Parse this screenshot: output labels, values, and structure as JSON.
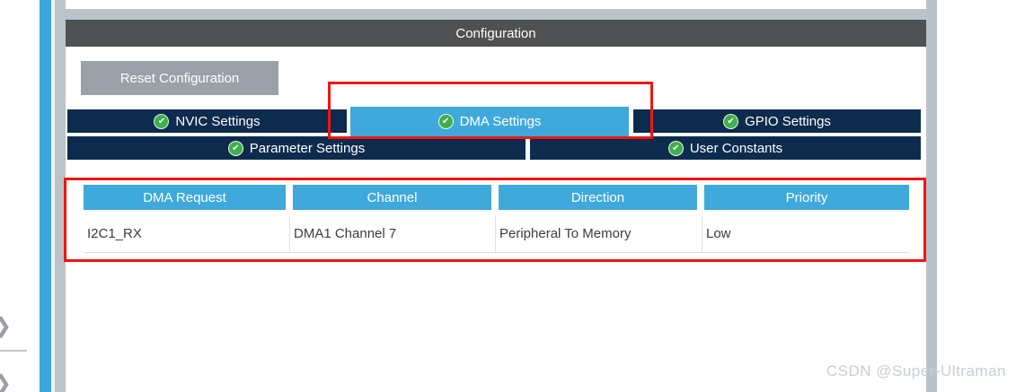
{
  "panel": {
    "title": "Configuration",
    "reset_button_label": "Reset Configuration"
  },
  "tabs": {
    "row1": [
      {
        "label": "NVIC Settings",
        "selected": false,
        "status": "checked"
      },
      {
        "label": "DMA Settings",
        "selected": true,
        "status": "checked"
      },
      {
        "label": "GPIO Settings",
        "selected": false,
        "status": "checked"
      }
    ],
    "row2": [
      {
        "label": "Parameter Settings",
        "selected": false,
        "status": "checked"
      },
      {
        "label": "User Constants",
        "selected": false,
        "status": "checked"
      }
    ]
  },
  "dma_table": {
    "columns": [
      "DMA Request",
      "Channel",
      "Direction",
      "Priority"
    ],
    "rows": [
      {
        "dma_request": "I2C1_RX",
        "channel": "DMA1 Channel 7",
        "direction": "Peripheral To Memory",
        "priority": "Low"
      }
    ]
  },
  "icons": {
    "check_glyph": "✔",
    "chevron_glyph": "❯"
  },
  "watermark": "CSDN @Super-Ultraman",
  "colors": {
    "tab_navy": "#0c2b4d",
    "accent_blue": "#3fa9dc",
    "title_bar_gray": "#4f5153",
    "button_gray": "#9aa1a8",
    "frame_gray": "#bac3ca",
    "check_green": "#3fae4c",
    "annotation_red": "#f01510",
    "watermark_gray": "#c9ced3"
  }
}
